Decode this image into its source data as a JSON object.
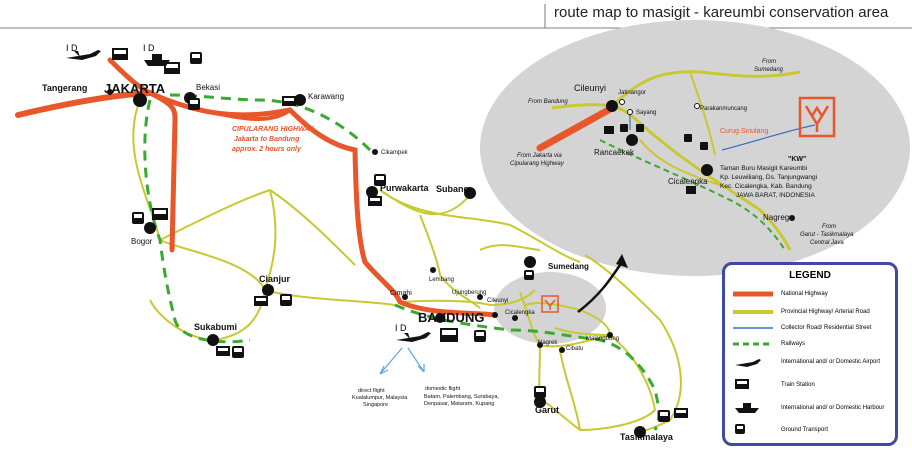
{
  "title": "route map to masigit - kareumbi conservation area",
  "colors": {
    "highway": "#e8562a",
    "provincial": "#c8c832",
    "collector": "#3a6fc0",
    "railway": "#3aa832",
    "inset_bg": "#d4d4d4",
    "legend_border": "#3f4aa6",
    "flight": "#5aa8e0"
  },
  "cities": {
    "jakarta": "JAKARTA",
    "tangerang": "Tangerang",
    "bekasi": "Bekasi",
    "karawang": "Karawang",
    "cikampek": "Cikampek",
    "purwakarta": "Purwakarta",
    "subang": "Subang",
    "bogor": "Bogor",
    "cianjur": "Cianjur",
    "sukabumi": "Sukabumi",
    "bandung": "BANDUNG",
    "cimahi": "Cimahi",
    "lembang": "Lembang",
    "ujungberung": "Ujungberung",
    "cileunyi": "Cileunyi",
    "cicalengka": "Cicalengka",
    "sumedang": "Sumedang",
    "nagrek": "Nagrek",
    "cibatu": "Cibatu",
    "malangbong": "Malangbong",
    "garut": "Garut",
    "tasikmalaya": "Tasikmalaya"
  },
  "airport_label": "I D",
  "harbour_label": "I D",
  "highway_note": [
    "CIPULARANG HIGHWAY",
    "Jakarta to Bandung",
    "approx. 2 hours only"
  ],
  "flights": {
    "direct": [
      "direct flight",
      "Kualalumpur, Malaysia",
      "Singapore"
    ],
    "domestic": [
      "domestic flight",
      "Batam, Palembang, Surabaya,",
      "Denpasar, Mataram, Kupang"
    ]
  },
  "inset": {
    "from_bandung": "From Bandung",
    "from_jakarta": [
      "From Jakarta via",
      "Cipularang Highway"
    ],
    "from_sumedang": [
      "From",
      "Sumedang"
    ],
    "from_garut": [
      "From",
      "Garut - Tasikmalaya",
      "Central Java"
    ],
    "cileunyi": "Cileunyi",
    "jatinangor": "Jatinangor",
    "sayang": "Sayang",
    "parakanmuncang": "Parakanmuncang",
    "rancaekek": "Rancaekek",
    "cicalengka": "Cicalengka",
    "nagreg": "Nagreg",
    "curug": "Curug Sinulang",
    "kw_label": "\"KW\"",
    "kw_address": [
      "Taman Buru Masigit Kareumbi",
      "Kp. Leuwiliang, Ds. Tanjungwangi",
      "Kec. Cicalengka, Kab. Bandung",
      "JAWA BARAT, INDONESIA"
    ]
  },
  "legend": {
    "title": "LEGEND",
    "national_highway": "National Highway",
    "provincial": "Provincial Highway/ Arterial Road",
    "collector": "Collector Road/ Residential Street",
    "railways": "Railways",
    "airport": "International and/ or Domestic Airport",
    "train": "Train Station",
    "harbour": "International and/ or Domestic Harbour",
    "ground": "Ground Transport"
  }
}
